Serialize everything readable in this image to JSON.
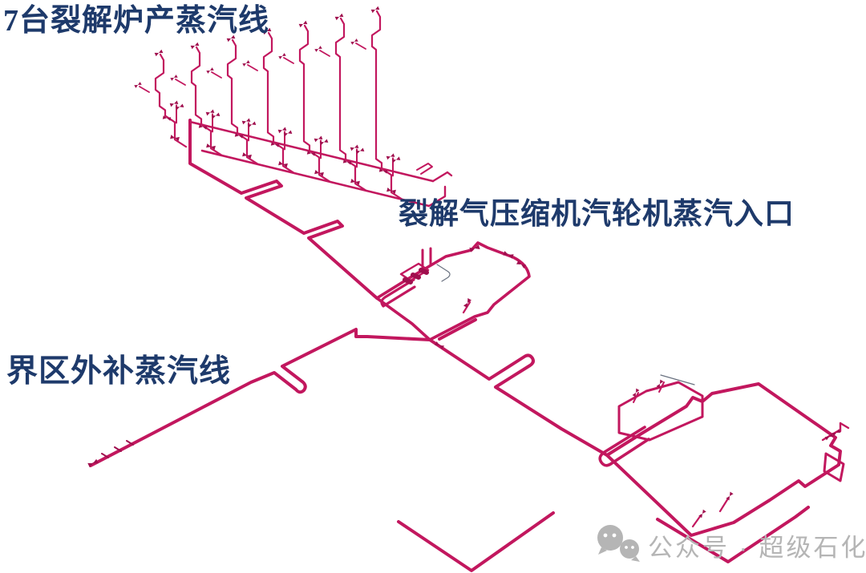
{
  "labels": {
    "furnace_line": "7台裂解炉产蒸汽线",
    "turbine_inlet": "裂解气压缩机汽轮机蒸汽入口",
    "makeup_line": "界区外补蒸汽线"
  },
  "watermark": {
    "text": "公众号 · 超级石化",
    "icon": "wechat-icon"
  },
  "diagram": {
    "type": "isometric-piping-3d",
    "furnace_count": 7,
    "colors": {
      "pipe": "#c2175e",
      "pipe_dark": "#a00f4e",
      "thin_line": "#6a7280",
      "label_text": "#1e3a6b",
      "watermark": "#b5b5b5",
      "background": "#ffffff"
    }
  }
}
